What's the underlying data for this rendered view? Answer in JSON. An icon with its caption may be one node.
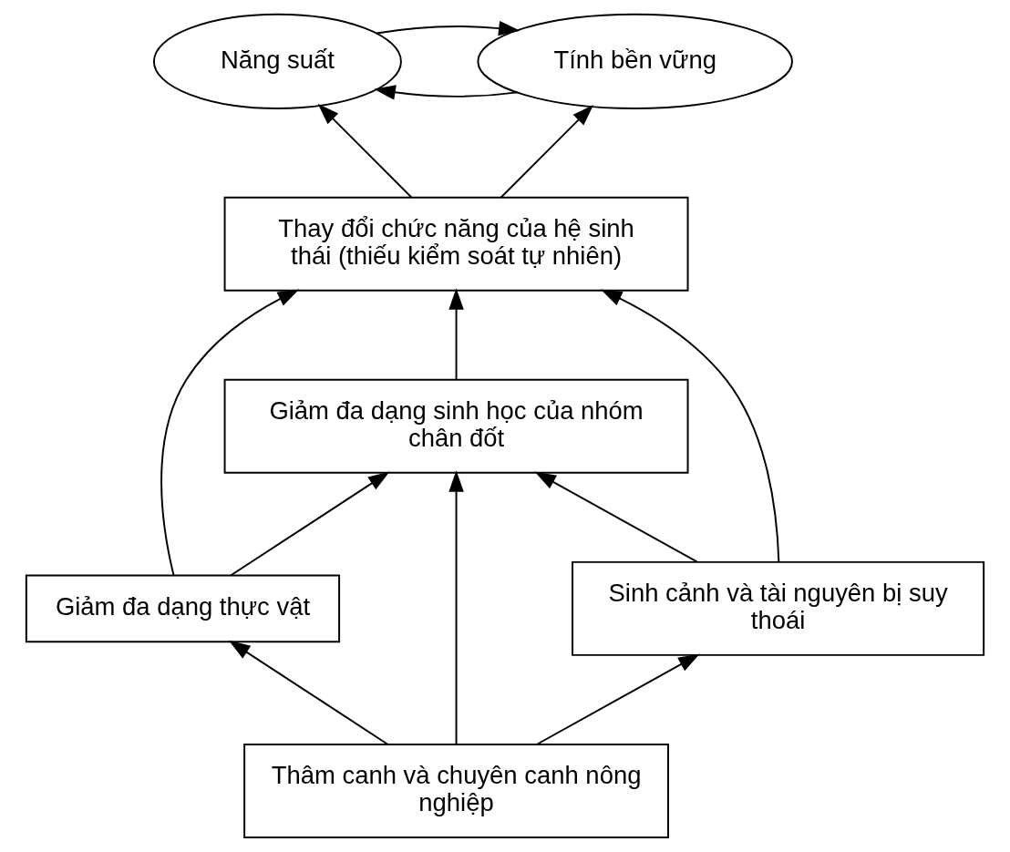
{
  "diagram": {
    "nodes": [
      {
        "text": [
          "Năng suất"
        ]
      },
      {
        "text": [
          "Tính bền vững"
        ]
      },
      {
        "text": [
          "Thay đổi chức năng của hệ sinh thái (thiếu kiểm soát tự nhiên)"
        ]
      },
      {
        "text": [
          "Giảm đa dạng sinh học của nhóm chân đốt"
        ]
      },
      {
        "text": [
          "Giảm đa dạng thực vật"
        ]
      },
      {
        "text": [
          "Sinh cảnh và tài nguyên bị suy thoái"
        ]
      },
      {
        "text": [
          "Thâm canh và chuyên canh nông nghiệp"
        ]
      }
    ],
    "edges": [
      {
        "from": 0,
        "to": 1,
        "arrow": "to"
      },
      {
        "from": 1,
        "to": 0,
        "arrow": "to"
      },
      {
        "from": 2,
        "to": 0,
        "arrow": "to"
      },
      {
        "from": 2,
        "to": 1,
        "arrow": "to"
      },
      {
        "from": 3,
        "to": 2,
        "arrow": "to"
      },
      {
        "from": 4,
        "to": 2,
        "arrow": "to"
      },
      {
        "from": 4,
        "to": 3,
        "arrow": "to"
      },
      {
        "from": 5,
        "to": 2,
        "arrow": "to"
      },
      {
        "from": 5,
        "to": 3,
        "arrow": "to"
      },
      {
        "from": 6,
        "to": 4,
        "arrow": "to"
      },
      {
        "from": 6,
        "to": 3,
        "arrow": "to"
      },
      {
        "from": 6,
        "to": 5,
        "arrow": "to"
      }
    ]
  }
}
